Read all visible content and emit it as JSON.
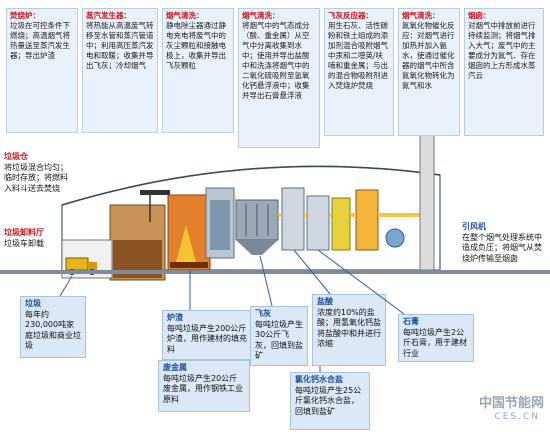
{
  "top_panels": [
    {
      "title": "焚烧炉：",
      "text": "垃圾在可控条件下燃烧；高温烟气将热量送至蒸汽发生器；导出炉渣"
    },
    {
      "title": "蒸汽发生器：",
      "text": "将热能从高温废气转移至水管和蒸汽管道中；利用高压蒸汽发电和取暖；收集并导出飞灰；冷却烟气"
    },
    {
      "title": "烟气清洗：",
      "text": "静电除尘器通过静电充电将废气中的灰尘颗粒和接触电极上，收集并导出飞灰颗粒"
    },
    {
      "title": "烟气清洗：",
      "text": "将烟气中的气态成分（酸、重金属）从空气中分离收集到水中；使用并导出盐酸中和洗涤将烟气中的二氧化硫吸附至氢氧化钙悬浮液中；收集并导出石膏悬浮液"
    },
    {
      "title": "飞灰反应器：",
      "text": "用生石灰、活性碳粉和铁土组成的添加剂混合吸附烟气中汞和二噁英/呋喃和重金属；与出的混合物吸附剂进入焚烧炉焚烧"
    },
    {
      "title": "烟气清洗：",
      "text": "氮氧化物催化反应：对烟气进行加热并加入氨水，使通过催化器的烟气中所含氮氧化物转化为氮气和水"
    },
    {
      "title": "烟囱：",
      "text": "对烟气中排放前进行持续监测；将烟气排入大气；废气中的主要成分为氮气、存在烟囱的上方形成水蒸汽云"
    }
  ],
  "left_labels": [
    {
      "title": "垃圾仓",
      "text": "将垃圾混合均匀；临时存放；将燃料入料斗送去焚烧"
    },
    {
      "title": "垃圾卸料厅",
      "text": "垃圾车卸载"
    }
  ],
  "right_label": {
    "title": "引风机",
    "text": "在整个烟气处理系统中造成负压；将烟气从焚烧炉传输至烟囱"
  },
  "bottom_boxes": [
    {
      "key": "garbage",
      "title": "垃圾",
      "text": "每年约230,000吨家庭垃圾和商业垃圾"
    },
    {
      "key": "slag",
      "title": "炉渣",
      "text": "每吨垃圾产生200公斤炉渣，用作建材的填充料"
    },
    {
      "key": "flyash",
      "title": "飞灰",
      "text": "每吨垃圾产生30公斤飞灰，回填到盐矿"
    },
    {
      "key": "hcl",
      "title": "盐酸",
      "text": "浓度约10%的盐酸；用氢氧化钙盐将盐酸中和并进行浓缩"
    },
    {
      "key": "gypsum",
      "title": "石膏",
      "text": "每吨垃圾产生2公斤石膏，用于建材行业"
    },
    {
      "key": "metal",
      "title": "废金属",
      "text": "每吨垃圾产生20公斤废金属，用作钢铁工业原料"
    },
    {
      "key": "cacl",
      "title": "氯化钙水合盐",
      "text": "每吨垃圾产生25公斤氯化钙水合盐，回填到盐矿"
    }
  ],
  "watermark": {
    "name": "中国节能网",
    "url": "CES.CN"
  }
}
